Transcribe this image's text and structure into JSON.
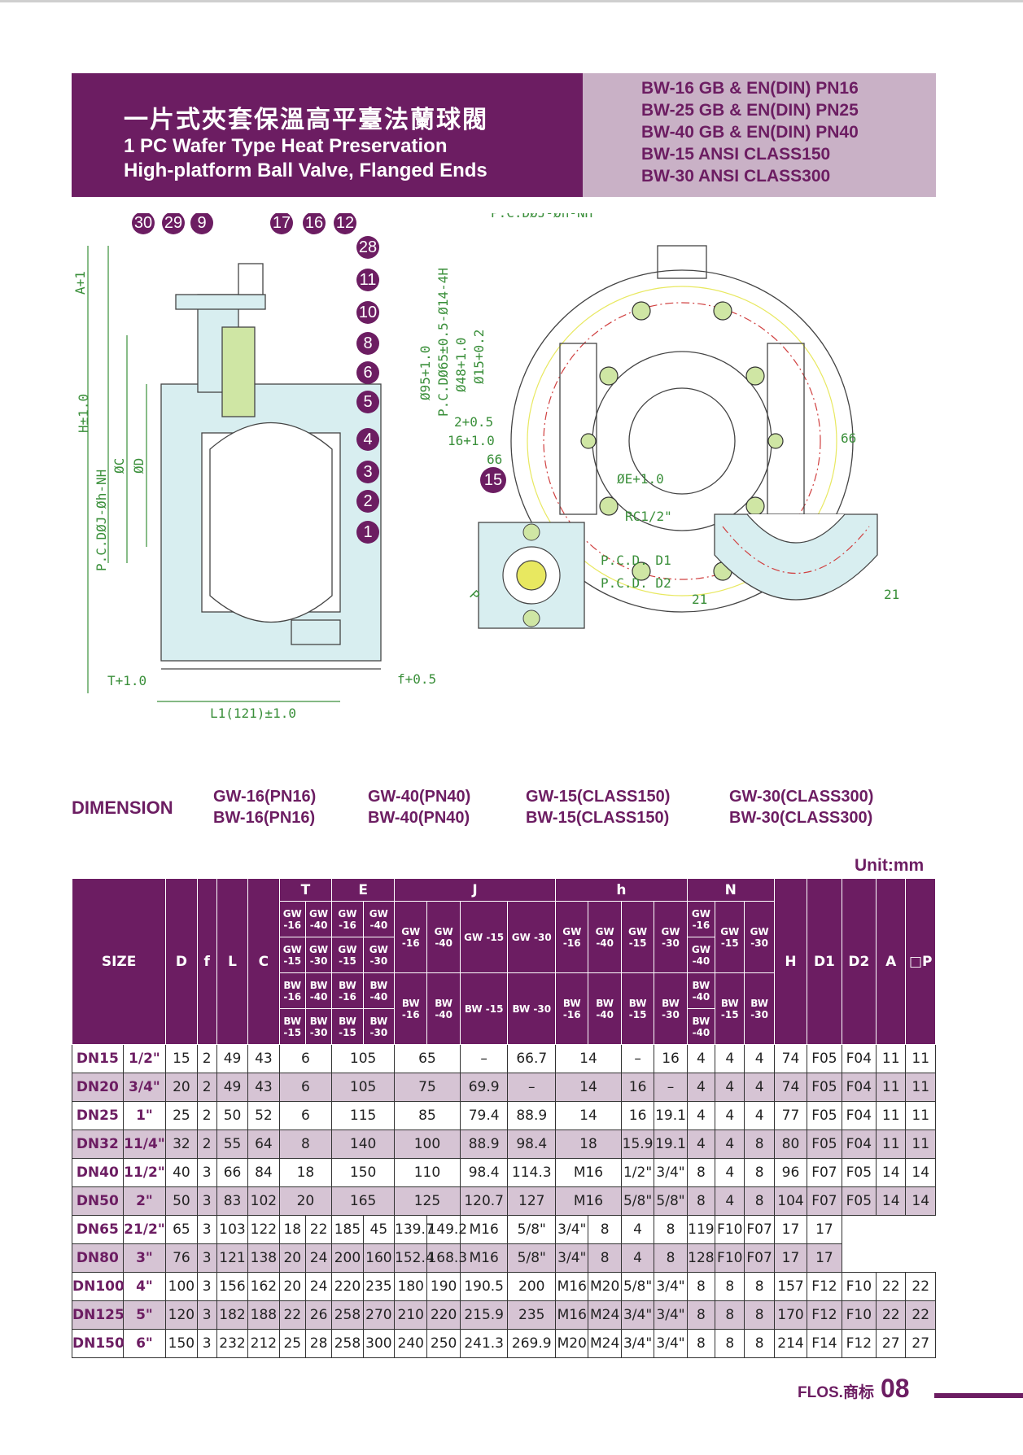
{
  "header": {
    "title_zh": "一片式夾套保溫高平臺法蘭球閥",
    "title_en_1": "1 PC Wafer Type Heat Preservation",
    "title_en_2": "High-platform Ball  Valve, Flanged Ends",
    "standards": [
      "BW-16 GB & EN(DIN) PN16",
      "BW-25 GB & EN(DIN) PN25",
      "BW-40 GB & EN(DIN) PN40",
      "BW-15 ANSI CLASS150",
      "BW-30 ANSI CLASS300"
    ]
  },
  "drawing": {
    "callouts": [
      "30",
      "29",
      "9",
      "17",
      "16",
      "12",
      "28",
      "11",
      "10",
      "8",
      "6",
      "5",
      "4",
      "3",
      "2",
      "1",
      "15"
    ],
    "labels": {
      "pcd_top": "P.C.DØJ-Øh-NH",
      "h": "H±1.0",
      "pcd_side": "P.C.DØJ-Øh-NH",
      "oc": "ØC",
      "od": "ØD",
      "a": "A+1",
      "t": "T+1.0",
      "f": "f+0.5",
      "l1": "L1(121)±1.0",
      "phi95": "Ø95+1.0",
      "pcd65": "P.C.DØ65±0.5-Ø14-4H",
      "phi48": "Ø48+1.0",
      "phi15": "Ø15+0.2",
      "dim2": "2+0.5",
      "dim16": "16+1.0",
      "dim66a": "66",
      "dim66b": "66",
      "phiE": "ØE+1.0",
      "rc": "RC1/2\"",
      "pcd1": "P.C.D. D1",
      "pcd2": "P.C.D. D2",
      "p": "P",
      "dim21a": "21",
      "dim21b": "21"
    }
  },
  "dimension": {
    "title": "DIMENSION",
    "models": [
      [
        "GW-16(PN16)",
        "BW-16(PN16)"
      ],
      [
        "GW-40(PN40)",
        "BW-40(PN40)"
      ],
      [
        "GW-15(CLASS150)",
        "BW-15(CLASS150)"
      ],
      [
        "GW-30(CLASS300)",
        "BW-30(CLASS300)"
      ]
    ],
    "unit": "Unit:mm"
  },
  "table": {
    "head": {
      "size": "SIZE",
      "D": "D",
      "f": "f",
      "L": "L",
      "C": "C",
      "T": "T",
      "E": "E",
      "J": "J",
      "h": "h",
      "N": "N",
      "H": "H",
      "D1": "D1",
      "D2": "D2",
      "A": "A",
      "P": "□P",
      "gw16": "GW -16",
      "gw40": "GW -40",
      "gw15": "GW -15",
      "gw30": "GW -30",
      "bw16": "BW -16",
      "bw40": "BW -40",
      "bw15": "BW -15",
      "bw30": "BW -30"
    },
    "rows": [
      [
        "DN15",
        "1/2\"",
        "15",
        "2",
        "49",
        "43",
        "6",
        "105",
        "65",
        "–",
        "66.7",
        "14",
        "–",
        "16",
        "4",
        "4",
        "4",
        "74",
        "F05",
        "F04",
        "11",
        "11"
      ],
      [
        "DN20",
        "3/4\"",
        "20",
        "2",
        "49",
        "43",
        "6",
        "105",
        "75",
        "69.9",
        "–",
        "14",
        "16",
        "–",
        "4",
        "4",
        "4",
        "74",
        "F05",
        "F04",
        "11",
        "11"
      ],
      [
        "DN25",
        "1\"",
        "25",
        "2",
        "50",
        "52",
        "6",
        "115",
        "85",
        "79.4",
        "88.9",
        "14",
        "16",
        "19.1",
        "4",
        "4",
        "4",
        "77",
        "F05",
        "F04",
        "11",
        "11"
      ],
      [
        "DN32",
        "11/4\"",
        "32",
        "2",
        "55",
        "64",
        "8",
        "140",
        "100",
        "88.9",
        "98.4",
        "18",
        "15.9",
        "19.1",
        "4",
        "4",
        "8",
        "80",
        "F05",
        "F04",
        "11",
        "11"
      ],
      [
        "DN40",
        "11/2\"",
        "40",
        "3",
        "66",
        "84",
        "18",
        "150",
        "110",
        "98.4",
        "114.3",
        "M16",
        "1/2\"",
        "3/4\"",
        "8",
        "4",
        "8",
        "96",
        "F07",
        "F05",
        "14",
        "14"
      ],
      [
        "DN50",
        "2\"",
        "50",
        "3",
        "83",
        "102",
        "20",
        "165",
        "125",
        "120.7",
        "127",
        "M16",
        "5/8\"",
        "5/8\"",
        "8",
        "4",
        "8",
        "104",
        "F07",
        "F05",
        "14",
        "14"
      ],
      [
        "DN65",
        "21/2\"",
        "65",
        "3",
        "103",
        "122",
        "18",
        "22",
        "185",
        "45",
        "139.7",
        "149.2",
        "M16",
        "5/8\"",
        "3/4\"",
        "8",
        "4",
        "8",
        "119",
        "F10",
        "F07",
        "17",
        "17"
      ],
      [
        "DN80",
        "3\"",
        "76",
        "3",
        "121",
        "138",
        "20",
        "24",
        "200",
        "160",
        "152.4",
        "168.3",
        "M16",
        "5/8\"",
        "3/4\"",
        "8",
        "4",
        "8",
        "128",
        "F10",
        "F07",
        "17",
        "17"
      ],
      [
        "DN100",
        "4\"",
        "100",
        "3",
        "156",
        "162",
        "20",
        "24",
        "220",
        "235",
        "180",
        "190",
        "190.5",
        "200",
        "M16",
        "M20",
        "5/8\"",
        "3/4\"",
        "8",
        "8",
        "8",
        "157",
        "F12",
        "F10",
        "22",
        "22"
      ],
      [
        "DN125",
        "5\"",
        "120",
        "3",
        "182",
        "188",
        "22",
        "26",
        "258",
        "270",
        "210",
        "220",
        "215.9",
        "235",
        "M16",
        "M24",
        "3/4\"",
        "3/4\"",
        "8",
        "8",
        "8",
        "170",
        "F12",
        "F10",
        "22",
        "22"
      ],
      [
        "DN150",
        "6\"",
        "150",
        "3",
        "232",
        "212",
        "25",
        "28",
        "258",
        "300",
        "240",
        "250",
        "241.3",
        "269.9",
        "M20",
        "M24",
        "3/4\"",
        "3/4\"",
        "8",
        "8",
        "8",
        "214",
        "F14",
        "F12",
        "27",
        "27"
      ]
    ]
  },
  "footer": {
    "brand": "FLOS.商标",
    "page": "08"
  },
  "colors": {
    "brand": "#6c1d62",
    "brand_light": "#c9b1c6",
    "row_alt": "#d6c4d4",
    "dim_green": "#3a8f3a"
  }
}
